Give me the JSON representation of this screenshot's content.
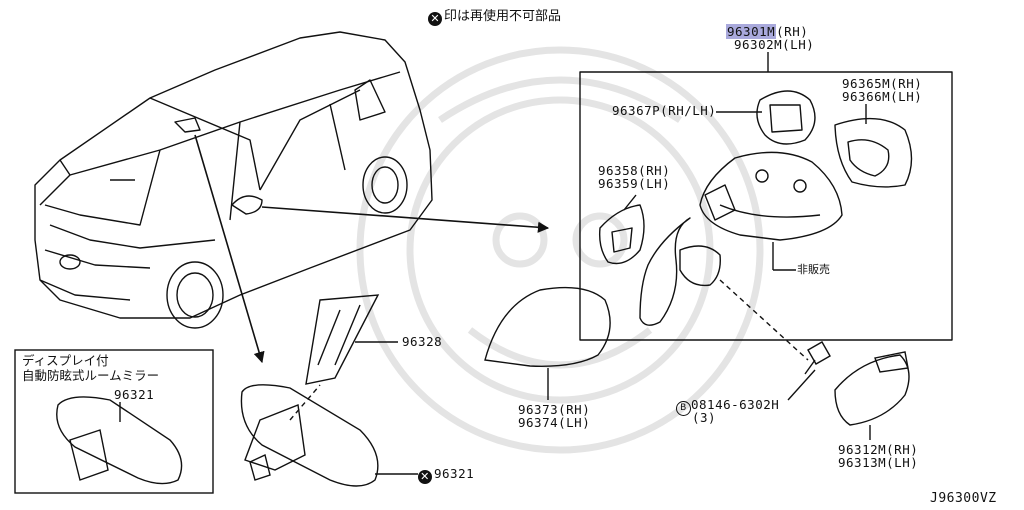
{
  "notice": {
    "text": "印は再使用不可部品"
  },
  "labels": {
    "p96301m": "96301M",
    "p96301m_side": "(RH)",
    "p96302m": "96302M(LH)",
    "p96365": "96365M(RH)",
    "p96366": "96366M(LH)",
    "p96367": "96367P(RH/LH)",
    "p96358": "96358(RH)",
    "p96359": "96359(LH)",
    "not_sold": "非販売",
    "p96328": "96328",
    "p96373": "96373(RH)",
    "p96374": "96374(LH)",
    "bolt_mark": "B",
    "bolt": "08146-6302H",
    "bolt_qty": "(3)",
    "p96312": "96312M(RH)",
    "p96313": "96313M(LH)",
    "p96321_box": "96321",
    "p96321_main": "96321",
    "diagram_code": "J96300VZ"
  },
  "inset": {
    "title_line1": "ディスプレイ付",
    "title_line2": "自動防眩式ルームミラー"
  },
  "colors": {
    "highlight": "#a9a9dc",
    "line": "#111111",
    "watermark": "#e3e3e3"
  }
}
